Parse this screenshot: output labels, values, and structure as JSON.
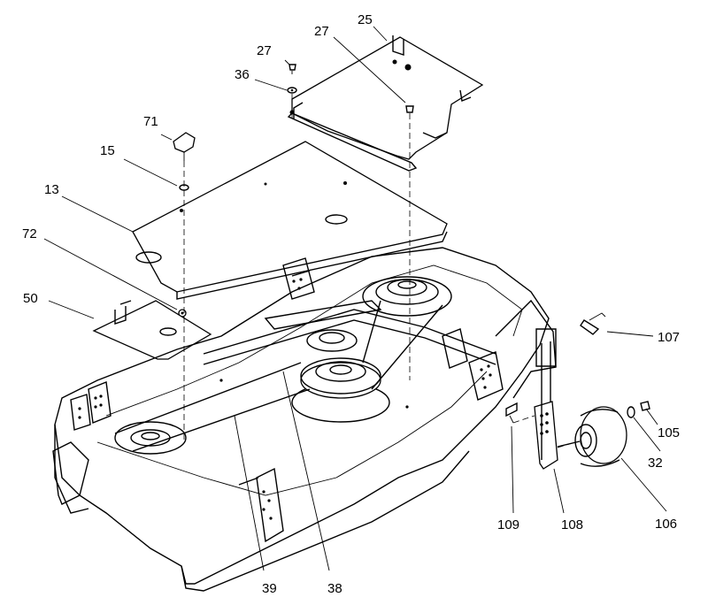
{
  "callouts": [
    {
      "id": "25",
      "label": "25"
    },
    {
      "id": "27a",
      "label": "27"
    },
    {
      "id": "27b",
      "label": "27"
    },
    {
      "id": "36",
      "label": "36"
    },
    {
      "id": "71",
      "label": "71"
    },
    {
      "id": "15",
      "label": "15"
    },
    {
      "id": "13",
      "label": "13"
    },
    {
      "id": "72",
      "label": "72"
    },
    {
      "id": "50",
      "label": "50"
    },
    {
      "id": "107",
      "label": "107"
    },
    {
      "id": "105",
      "label": "105"
    },
    {
      "id": "32",
      "label": "32"
    },
    {
      "id": "106",
      "label": "106"
    },
    {
      "id": "108",
      "label": "108"
    },
    {
      "id": "109",
      "label": "109"
    },
    {
      "id": "39",
      "label": "39"
    },
    {
      "id": "38",
      "label": "38"
    }
  ]
}
